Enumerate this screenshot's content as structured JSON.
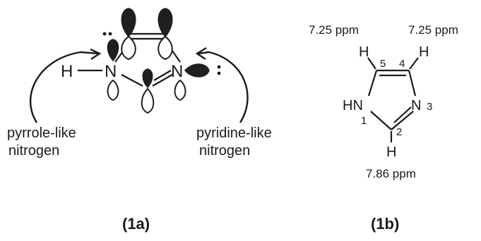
{
  "panel_a": {
    "atom_h": "H",
    "atom_n_left": "N",
    "atom_n_right": "N",
    "pyrrole_label_line1": "pyrrole-like",
    "pyrrole_label_line2": "nitrogen",
    "pyridine_label_line1": "pyridine-like",
    "pyridine_label_line2": "nitrogen",
    "caption": "(1a)"
  },
  "panel_b": {
    "shift_h5": "7.25 ppm",
    "shift_h4": "7.25 ppm",
    "shift_h2": "7.86 ppm",
    "atom_h5": "H",
    "atom_h4": "H",
    "atom_h2": "H",
    "atom_hn": "HN",
    "atom_n3": "N",
    "pos_1": "1",
    "pos_2": "2",
    "pos_3": "3",
    "pos_4": "4",
    "pos_5": "5",
    "caption": "(1b)"
  }
}
